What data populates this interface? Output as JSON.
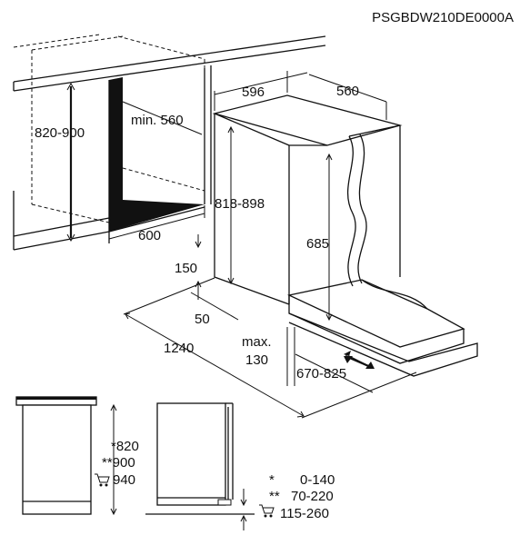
{
  "model_code": "PSGBDW210DE0000A",
  "dimensions": {
    "cabinet_height": "820-900",
    "min_depth": "min. 560",
    "niche_depth": "600",
    "appliance_width": "596",
    "appliance_depth": "560",
    "appliance_height": "818-898",
    "door_height": "685",
    "plinth_150": "150",
    "plinth_50": "50",
    "door_open_depth": "1240",
    "max_label": "max.",
    "max_value": "130",
    "door_range": "670-825"
  },
  "lower_figure": {
    "height_1": "*820",
    "height_2": "**900",
    "height_3": "940",
    "legend": [
      {
        "mark": "*",
        "value": "0-140"
      },
      {
        "mark": "**",
        "value": "70-220"
      },
      {
        "mark": "cart",
        "value": "115-260"
      }
    ]
  }
}
